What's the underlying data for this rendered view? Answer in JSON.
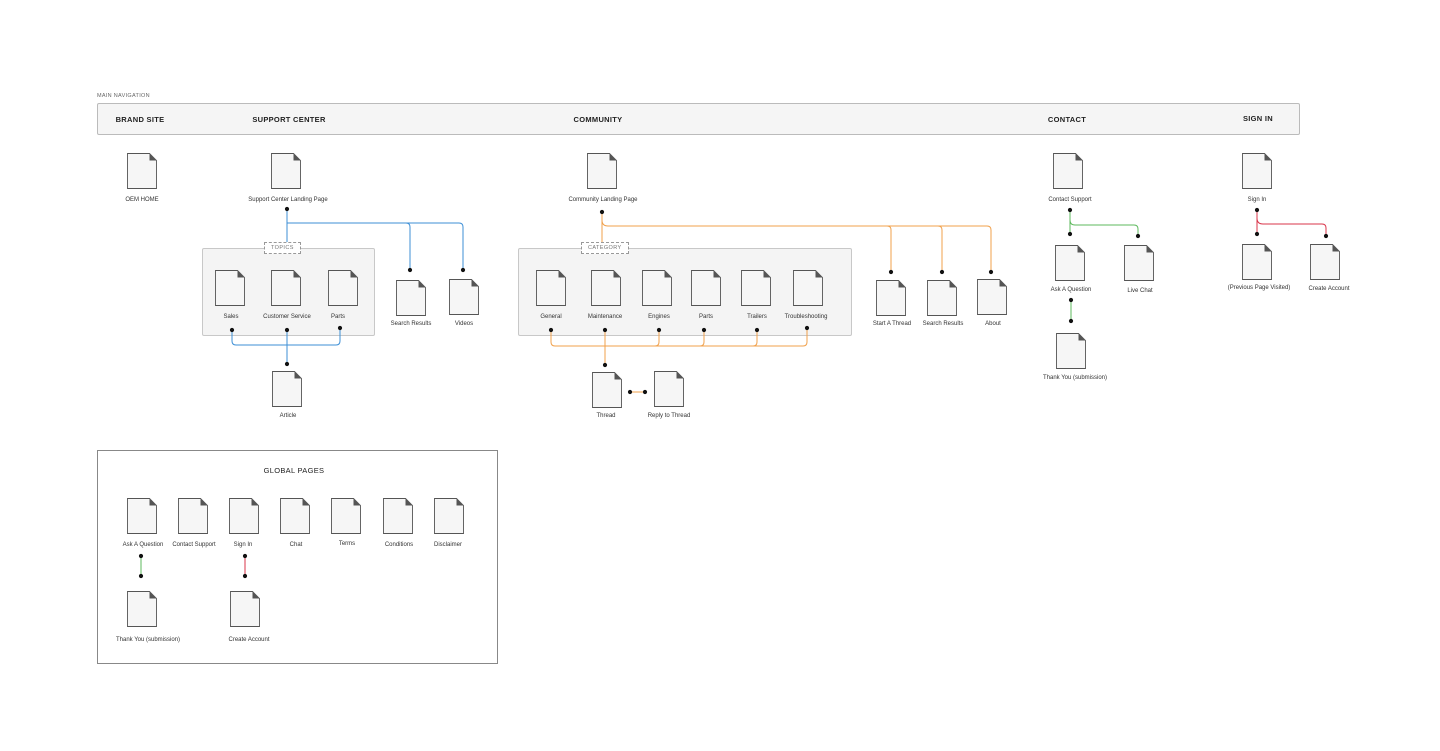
{
  "nav_caption": "MAIN NAVIGATION",
  "nav": {
    "brand_site": "BRAND SITE",
    "support_center": "SUPPORT CENTER",
    "community": "COMMUNITY",
    "contact": "CONTACT",
    "sign_in": "SIGN IN"
  },
  "pages": {
    "oem_home": "OEM HOME",
    "support_landing": "Support Center Landing Page",
    "community_landing": "Community Landing Page",
    "contact_support": "Contact Support",
    "sign_in": "Sign In",
    "sales": "Sales",
    "customer_service": "Customer Service",
    "parts": "Parts",
    "search_results_sc": "Search Results",
    "videos": "Videos",
    "article": "Article",
    "general": "General",
    "maintenance": "Maintenance",
    "engines": "Engines",
    "parts_c": "Parts",
    "trailers": "Trailers",
    "troubleshooting": "Troubleshooting",
    "start_thread": "Start A Thread",
    "search_results_c": "Search Results",
    "about": "About",
    "thread": "Thread",
    "reply_thread": "Reply to Thread",
    "ask_question": "Ask A Question",
    "live_chat": "Live Chat",
    "thank_you": "Thank You (submission)",
    "previous_page": "(Previous Page Visited)",
    "create_account": "Create Account"
  },
  "groups": {
    "topics": "TOPICS",
    "category": "CATEGORY"
  },
  "global": {
    "title": "GLOBAL PAGES",
    "ask_question": "Ask A Question",
    "contact_support": "Contact Support",
    "sign_in": "Sign In",
    "chat": "Chat",
    "terms": "Terms",
    "conditions": "Conditions",
    "disclaimer": "Disclaimer",
    "thank_you": "Thank You (submission)",
    "create_account": "Create Account"
  },
  "colors": {
    "support": "#3d8fd6",
    "community": "#f0a04b",
    "contact": "#5cb85c",
    "signin": "#d9344a"
  }
}
